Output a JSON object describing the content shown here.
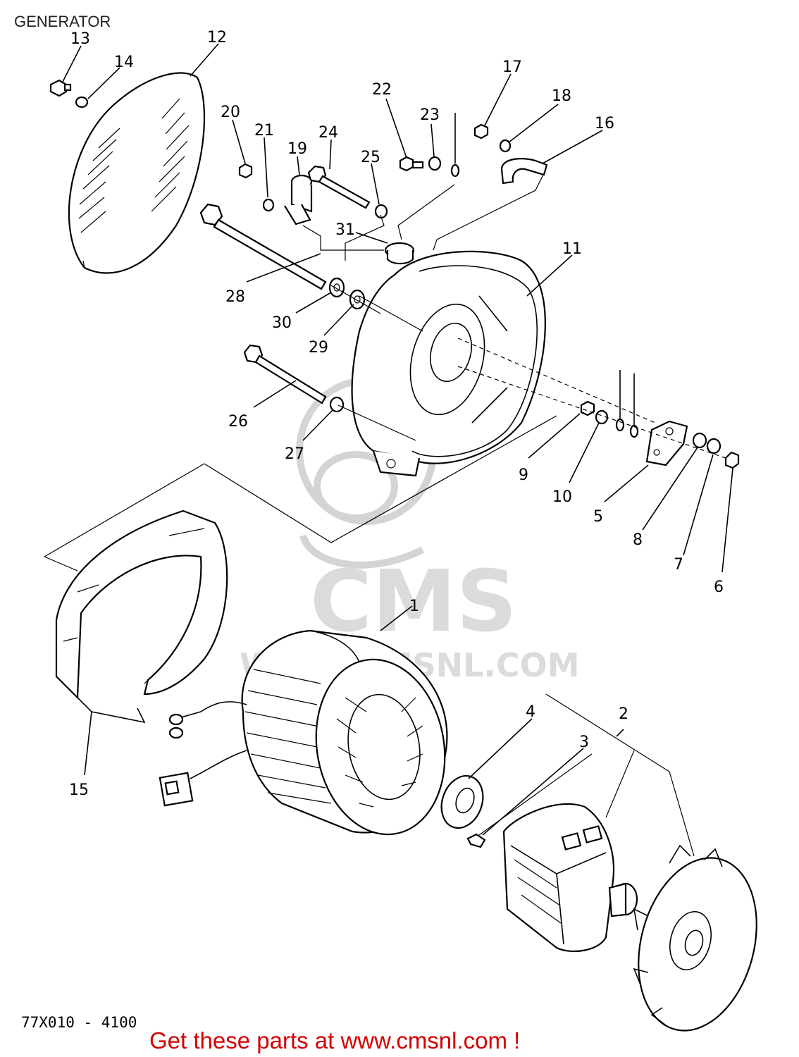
{
  "diagram": {
    "title": "GENERATOR",
    "drawing_code": "77X010 - 4100",
    "footer": "Get these parts at www.cmsnl.com !",
    "watermark": "CMS",
    "watermark_url": "WWW.CMSNL.COM",
    "callouts": [
      "1",
      "2",
      "3",
      "4",
      "5",
      "6",
      "7",
      "8",
      "9",
      "10",
      "11",
      "12",
      "13",
      "14",
      "15",
      "16",
      "17",
      "18",
      "19",
      "20",
      "21",
      "22",
      "23",
      "24",
      "25",
      "26",
      "27",
      "28",
      "29",
      "30",
      "31"
    ],
    "colors": {
      "footer_text": "#d40000",
      "line_art": "#000000",
      "watermark": "#d0d0d0"
    }
  }
}
